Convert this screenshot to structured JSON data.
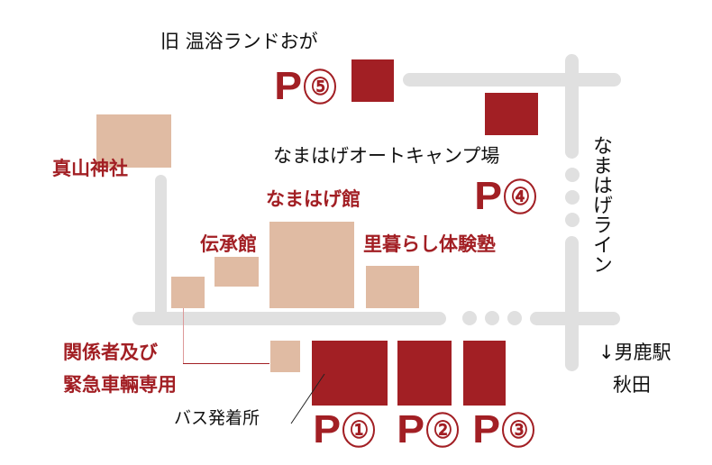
{
  "labels": {
    "onsen_land": "旧 温浴ランドおが",
    "camp": "なまはげオートキャンプ場",
    "shrine": "真山神社",
    "namahage_museum": "なまはげ館",
    "densho": "伝承館",
    "satogurashi": "里暮らし体験塾",
    "staff_only_line1": "関係者及び",
    "staff_only_line2": "緊急車輛専用",
    "bus_stop": "バス発着所",
    "namahage_line": "なまはげライン",
    "oga_station": "↓男鹿駅",
    "akita": "秋田"
  },
  "parking": [
    {
      "p": "P",
      "num": "①"
    },
    {
      "p": "P",
      "num": "②"
    },
    {
      "p": "P",
      "num": "③"
    },
    {
      "p": "P",
      "num": "④"
    },
    {
      "p": "P",
      "num": "⑤"
    }
  ],
  "colors": {
    "parking": "#a21f24",
    "building": "#e0bba3",
    "road": "#e0e0e0"
  }
}
